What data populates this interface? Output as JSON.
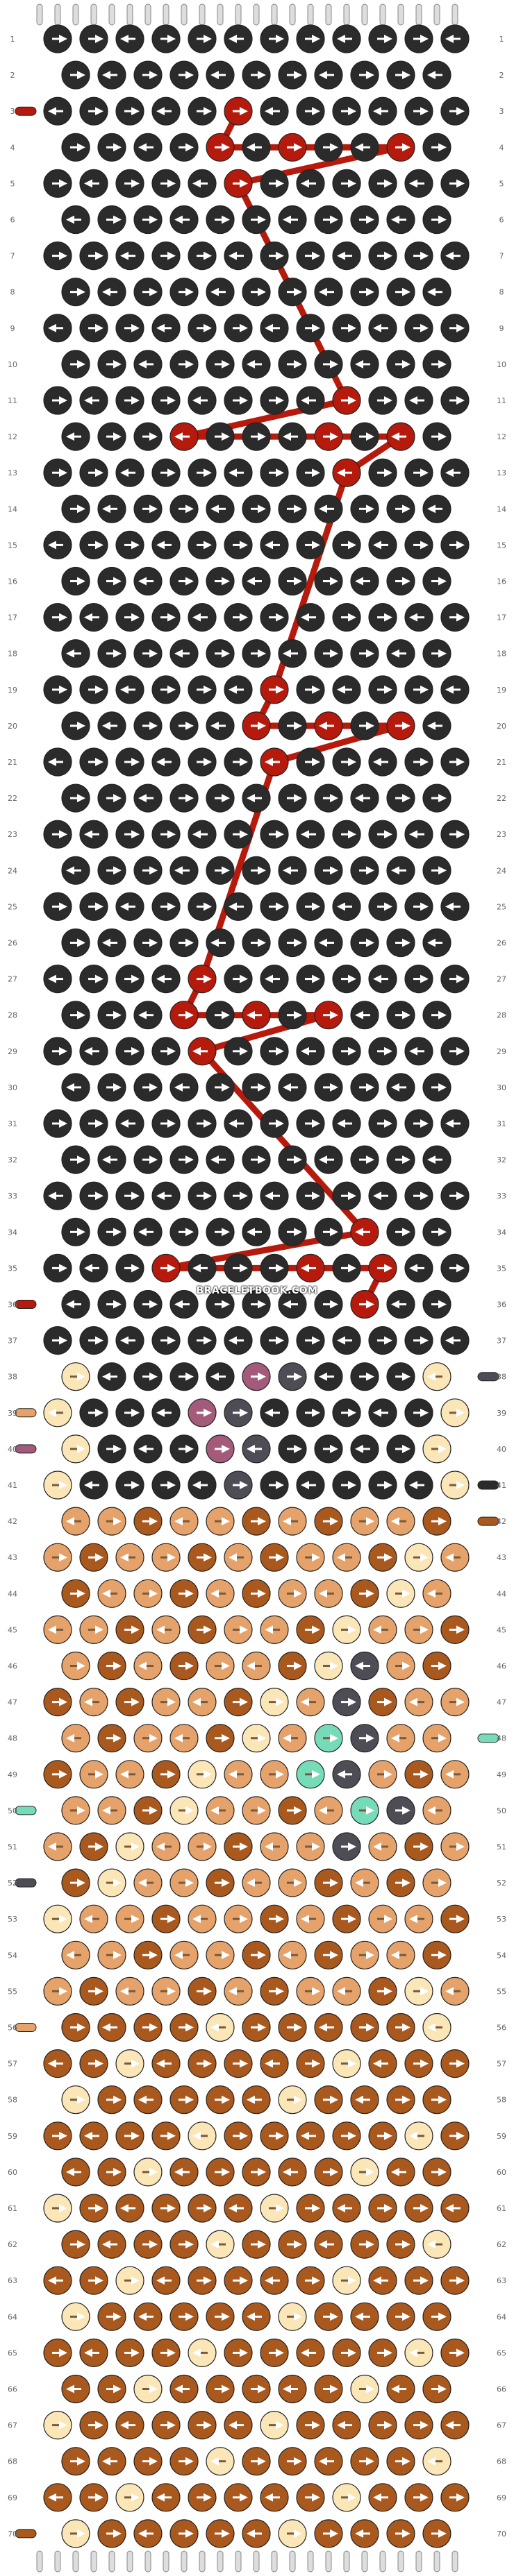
{
  "pattern": {
    "rows": 70,
    "knots_per_wide_row": 12,
    "row_numbers": [
      "1",
      "2",
      "3",
      "4",
      "5",
      "6",
      "7",
      "8",
      "9",
      "10",
      "11",
      "12",
      "13",
      "14",
      "15",
      "16",
      "17",
      "18",
      "19",
      "20",
      "21",
      "22",
      "23",
      "24",
      "25",
      "26",
      "27",
      "28",
      "29",
      "30",
      "31",
      "32",
      "33",
      "34",
      "35",
      "36",
      "37",
      "38",
      "39",
      "40",
      "41",
      "42",
      "43",
      "44",
      "45",
      "46",
      "47",
      "48",
      "49",
      "50",
      "51",
      "52",
      "53",
      "54",
      "55",
      "56",
      "57",
      "58",
      "59",
      "60",
      "61",
      "62",
      "63",
      "64",
      "65",
      "66",
      "67",
      "68",
      "69",
      "70"
    ],
    "colors": {
      "black": "#2b2b2b",
      "red": "#b51a0d",
      "cream": "#fbe6b8",
      "tan": "#e5a26a",
      "brown": "#a9581e",
      "mauve": "#a45a7a",
      "charcoal": "#4e4c55",
      "mint": "#76dcb8"
    },
    "strings": [
      "black",
      "black",
      "red",
      "black",
      "black",
      "black",
      "black",
      "black",
      "black",
      "black",
      "black",
      "black",
      "black",
      "black",
      "black",
      "black",
      "black",
      "black",
      "black",
      "black",
      "black",
      "black",
      "black",
      "black"
    ],
    "red_path_cells": [
      [
        3,
        5
      ],
      [
        4,
        4
      ],
      [
        4,
        6
      ],
      [
        4,
        9
      ],
      [
        5,
        5
      ],
      [
        11,
        8
      ],
      [
        12,
        3
      ],
      [
        12,
        7
      ],
      [
        12,
        9
      ],
      [
        13,
        8
      ],
      [
        19,
        6
      ],
      [
        20,
        5
      ],
      [
        20,
        7
      ],
      [
        20,
        9
      ],
      [
        21,
        6
      ],
      [
        27,
        4
      ],
      [
        28,
        3
      ],
      [
        28,
        5
      ],
      [
        28,
        7
      ],
      [
        29,
        4
      ],
      [
        34,
        8
      ],
      [
        35,
        3
      ],
      [
        35,
        7
      ],
      [
        35,
        9
      ],
      [
        36,
        8
      ]
    ],
    "accent_cells": {
      "mauve": [
        [
          38,
          5
        ],
        [
          39,
          4
        ],
        [
          40,
          4
        ]
      ],
      "charcoal": [
        [
          38,
          6
        ],
        [
          39,
          5
        ],
        [
          40,
          5
        ],
        [
          41,
          5
        ],
        [
          46,
          8
        ],
        [
          47,
          8
        ],
        [
          48,
          8
        ],
        [
          49,
          8
        ],
        [
          50,
          9
        ],
        [
          51,
          8
        ]
      ],
      "mint": [
        [
          48,
          7
        ],
        [
          49,
          7
        ],
        [
          50,
          8
        ]
      ]
    }
  },
  "watermark": "BRACELETBOOK.COM"
}
